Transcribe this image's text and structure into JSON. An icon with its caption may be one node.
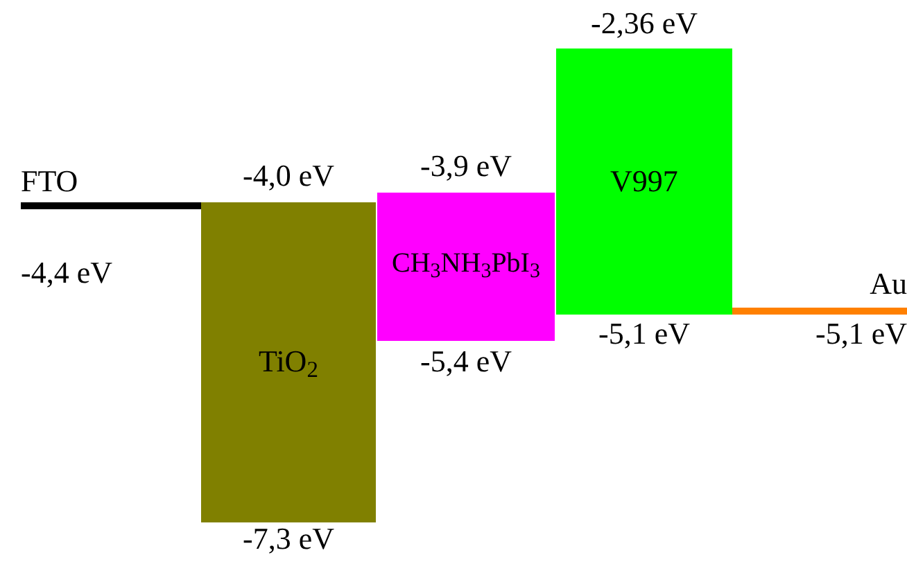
{
  "diagram": {
    "nodes": [
      {
        "text": [
          "FTO"
        ],
        "beside": [
          "-4,4 eV"
        ]
      },
      {
        "text": [
          "TiO$_{2}$"
        ],
        "beside": [
          "-4,0 eV",
          "-7,3 eV"
        ]
      },
      {
        "text": [
          "CH$_{3}$NH$_{3}$PbI$_{3}$"
        ],
        "beside": [
          "-3,9 eV",
          "-5,4 eV"
        ]
      },
      {
        "text": [
          "V997"
        ],
        "beside": [
          "-2,36 eV",
          "-5,1 eV"
        ]
      },
      {
        "text": [
          "Au"
        ],
        "beside": [
          "-5,1 eV"
        ]
      }
    ]
  }
}
